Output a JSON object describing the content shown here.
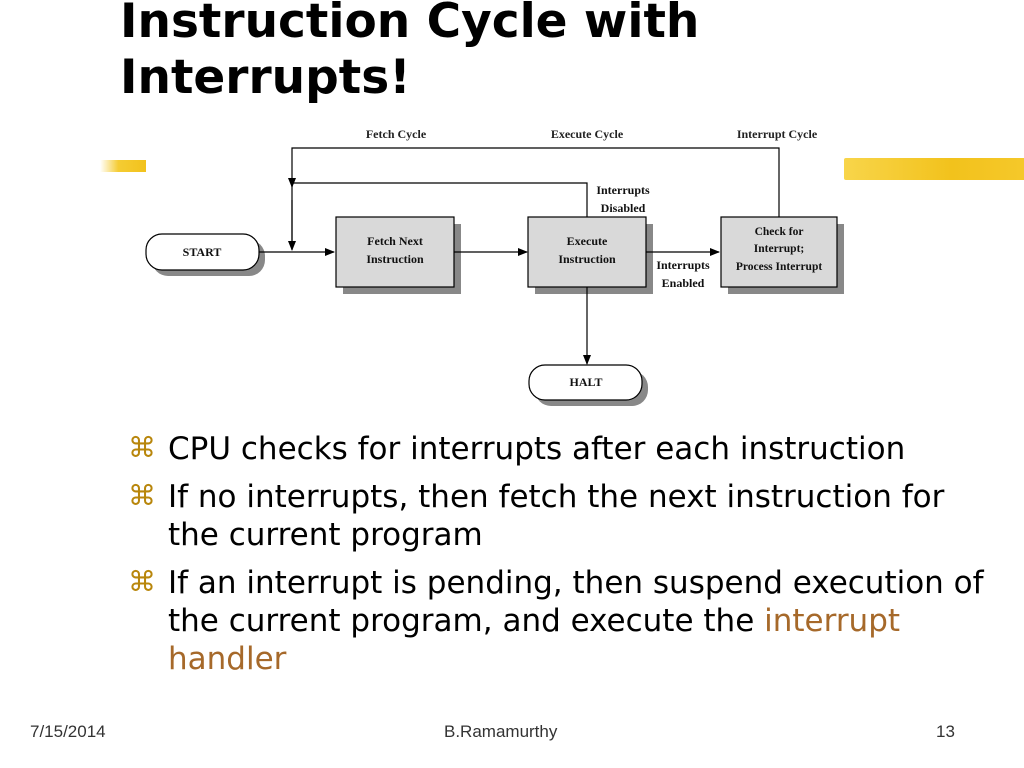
{
  "slide": {
    "title_line1": "Instruction Cycle with",
    "title_line2": "Interrupts!",
    "colors": {
      "highlighter": "#f2c21c",
      "bullet_mark": "#b8860b",
      "accent_text": "#a6692a"
    }
  },
  "diagram": {
    "phase_labels": {
      "fetch": "Fetch Cycle",
      "execute": "Execute Cycle",
      "interrupt": "Interrupt Cycle"
    },
    "start": "START",
    "halt": "HALT",
    "fetch_box": [
      "Fetch Next",
      "Instruction"
    ],
    "execute_box": [
      "Execute",
      "Instruction"
    ],
    "interrupt_box": [
      "Check for",
      "Interrupt;",
      "Process Interrupt"
    ],
    "interrupts_disabled": [
      "Interrupts",
      "Disabled"
    ],
    "interrupts_enabled": [
      "Interrupts",
      "Enabled"
    ]
  },
  "bullets": [
    {
      "mark_icon": "command-key-icon",
      "mark": "⌘",
      "text": "CPU checks for interrupts after each instruction"
    },
    {
      "mark_icon": "command-key-icon",
      "mark": "⌘",
      "text": "If no interrupts, then fetch the next instruction for the current program"
    },
    {
      "mark_icon": "command-key-icon",
      "mark": "⌘",
      "text_before": "If an interrupt is pending, then suspend execution of the current program, and execute the ",
      "highlight": "interrupt handler"
    }
  ],
  "footer": {
    "date": "7/15/2014",
    "author": "B.Ramamurthy",
    "page": "13"
  }
}
